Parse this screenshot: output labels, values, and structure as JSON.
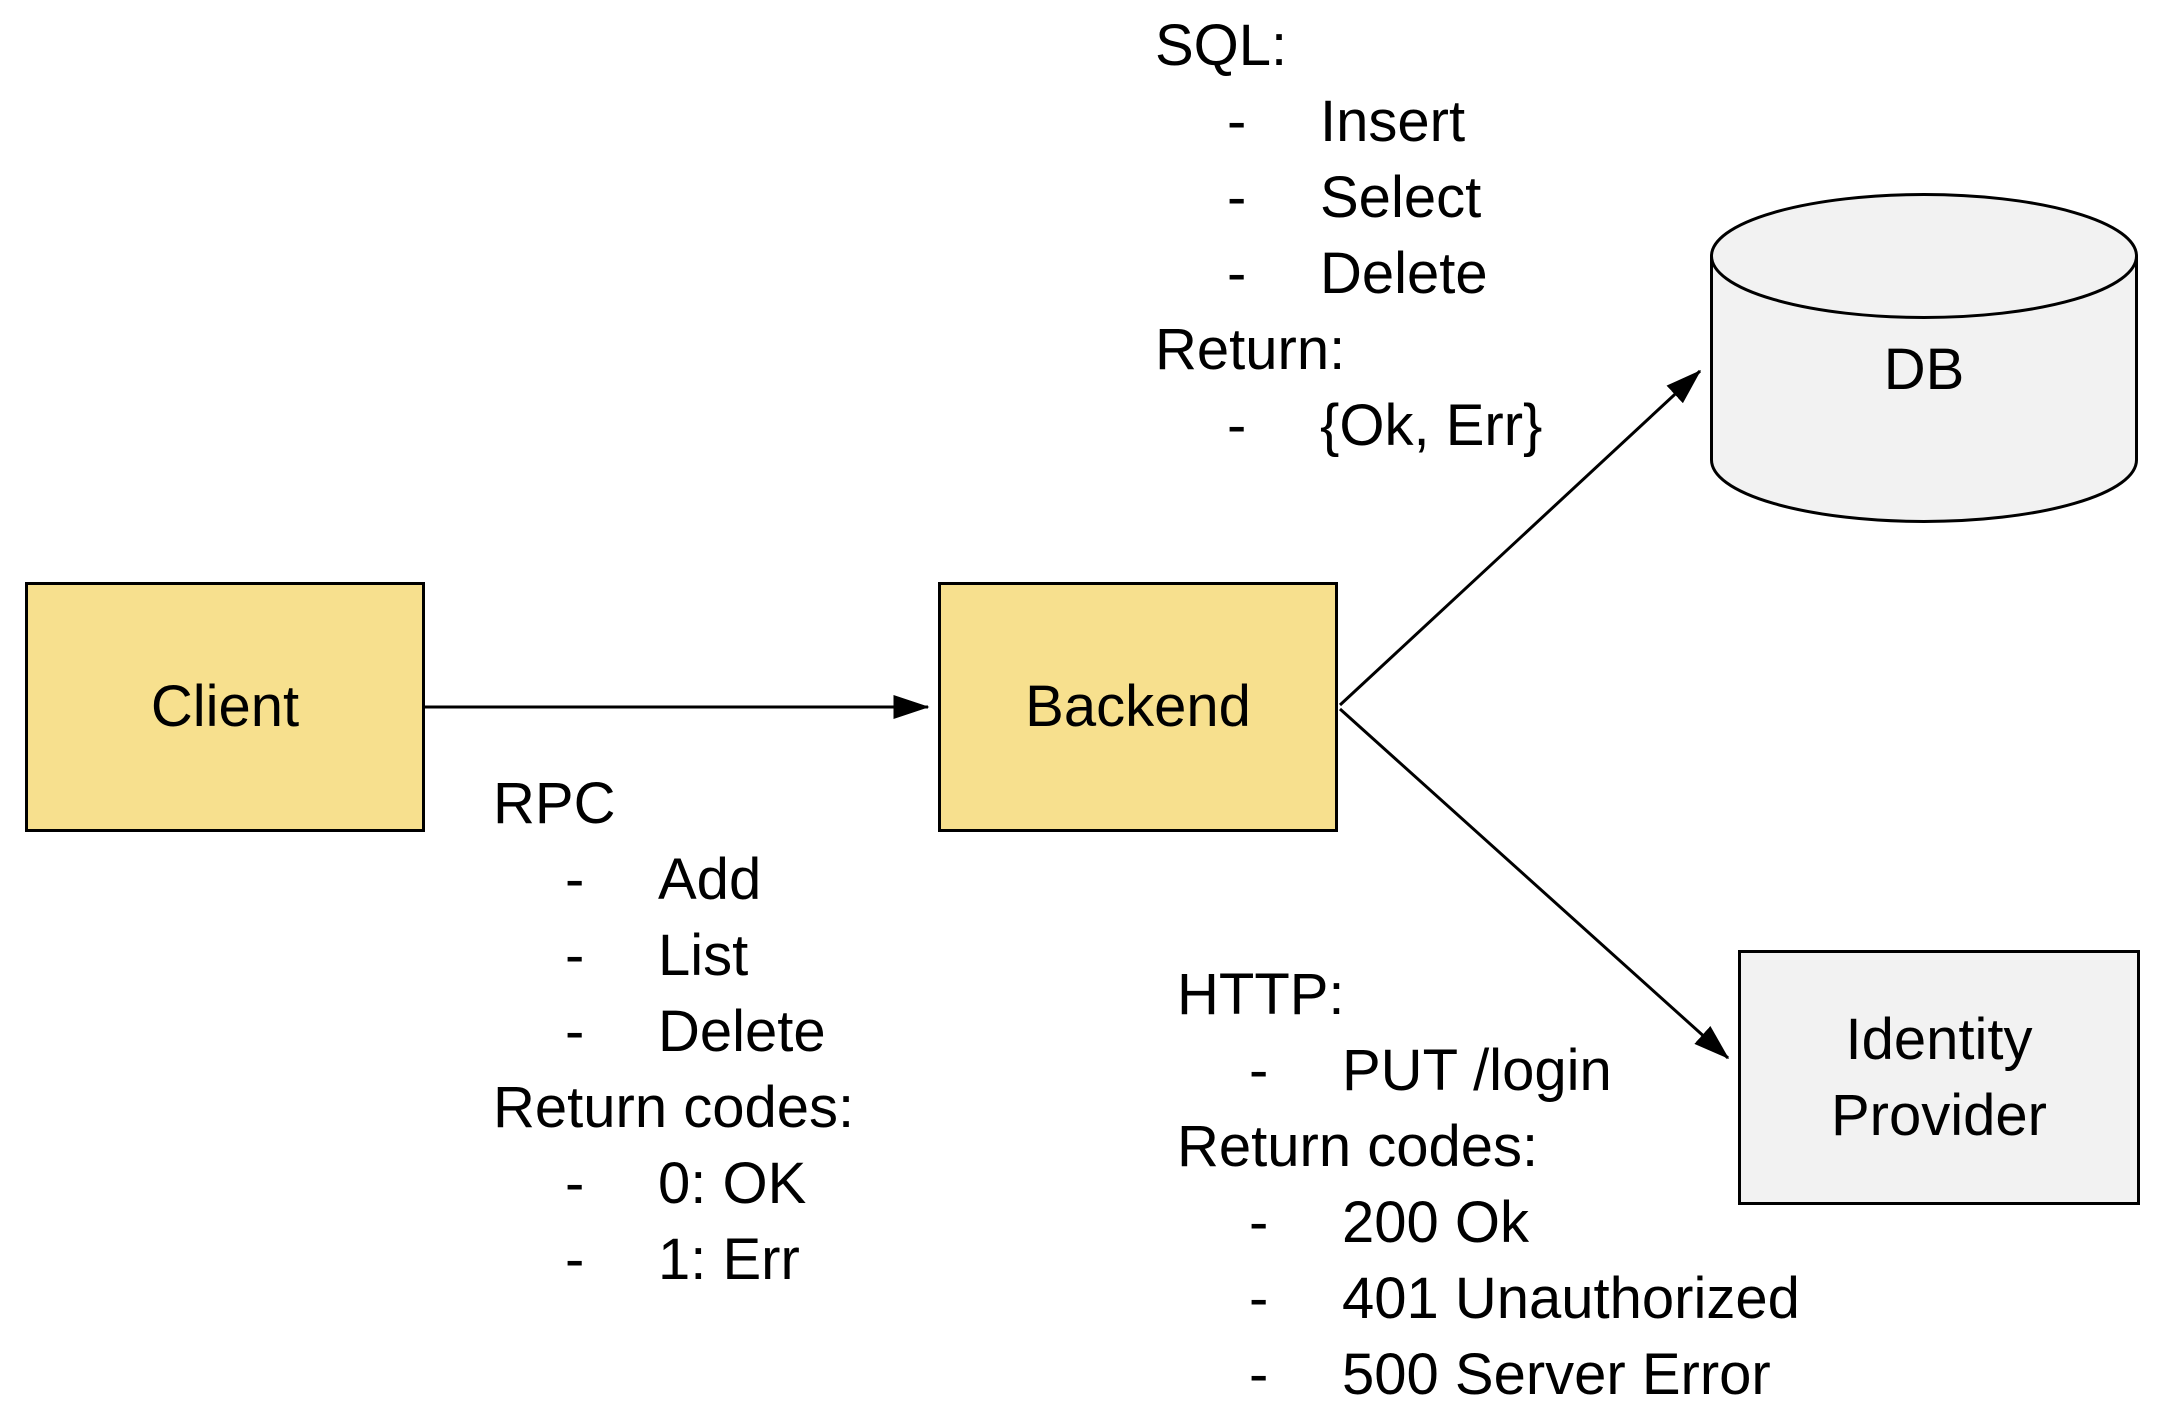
{
  "diagram": {
    "bullet_char": "-",
    "nodes": {
      "client": {
        "label": "Client"
      },
      "backend": {
        "label": "Backend"
      },
      "db": {
        "label": "DB"
      },
      "identity_provider": {
        "label_lines": [
          "Identity",
          "Provider"
        ]
      }
    },
    "edges": {
      "client_to_backend": {
        "from": "Client",
        "to": "Backend"
      },
      "backend_to_db": {
        "from": "Backend",
        "to": "DB"
      },
      "backend_to_identity_provider": {
        "from": "Backend",
        "to": "Identity Provider"
      }
    },
    "annotations": {
      "rpc": {
        "title": "RPC",
        "items": [
          "Add",
          "List",
          "Delete"
        ],
        "return_title": "Return codes:",
        "return_items": [
          "0: OK",
          "1: Err"
        ]
      },
      "sql": {
        "title": "SQL:",
        "items": [
          "Insert",
          "Select",
          "Delete"
        ],
        "return_title": "Return:",
        "return_items": [
          "{Ok, Err}"
        ]
      },
      "http": {
        "title": "HTTP:",
        "items": [
          "PUT /login"
        ],
        "return_title": "Return codes:",
        "return_items": [
          "200 Ok",
          "401 Unauthorized",
          "500 Server Error"
        ]
      }
    },
    "colors": {
      "node_fill_yellow": "#F7E08E",
      "node_fill_gray": "#F2F2F2",
      "stroke": "#000000",
      "background": "#FFFFFF"
    }
  }
}
